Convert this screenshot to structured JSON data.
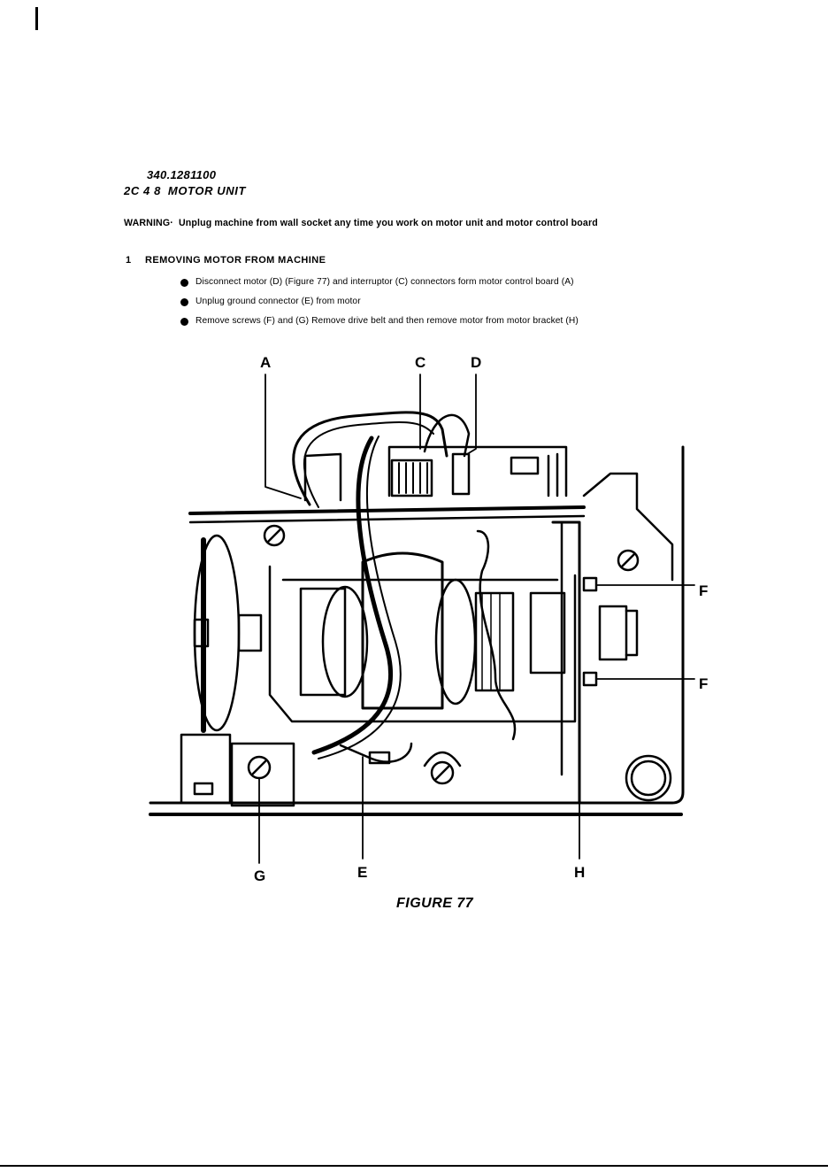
{
  "header": {
    "part_number": "340.1281100",
    "section_code": "2C 4 8",
    "section_title": "MOTOR UNIT"
  },
  "warning": {
    "label": "WARNING·",
    "text": "Unplug machine from wall socket any time you work on motor unit and motor control board"
  },
  "step": {
    "number": "1",
    "title": "REMOVING MOTOR FROM MACHINE",
    "bullets": [
      "Disconnect motor (D) (Figure 77) and interruptor (C) connectors form motor control board (A)",
      "Unplug ground connector (E) from motor",
      "Remove screws (F) and (G) Remove drive belt and then remove motor from motor bracket (H)"
    ]
  },
  "figure": {
    "callouts": {
      "a": "A",
      "c": "C",
      "d": "D",
      "e": "E",
      "f1": "F",
      "f2": "F",
      "g": "G",
      "h": "H"
    },
    "caption": "FIGURE 77"
  }
}
